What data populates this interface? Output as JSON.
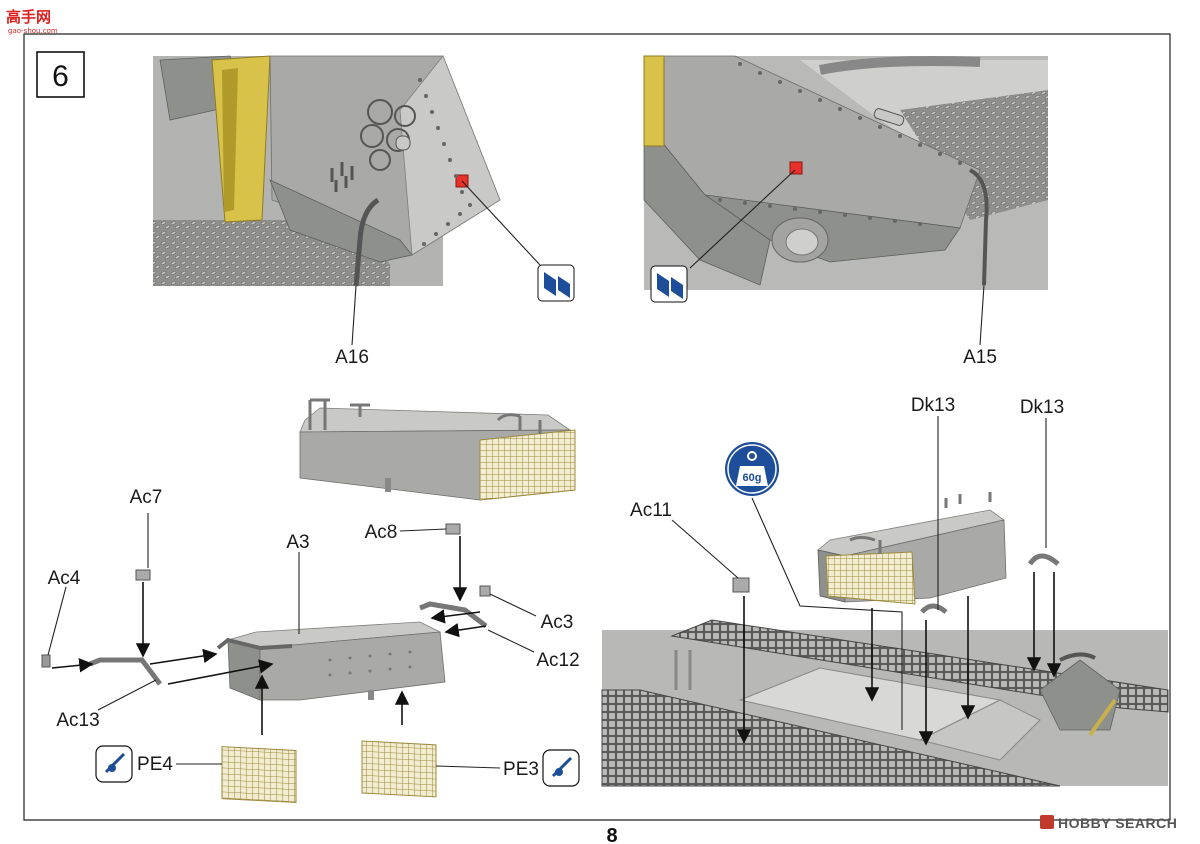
{
  "step": {
    "number": "6"
  },
  "page": {
    "number": "8"
  },
  "logo": {
    "text": "高手网",
    "url_text": "gao-shou.com"
  },
  "watermark": {
    "text": "HOBBY SEARCH"
  },
  "weight_badge": {
    "text": "60g"
  },
  "top_left": {
    "part": "A16"
  },
  "top_right": {
    "part": "A15"
  },
  "left_assembly": {
    "parts": [
      "Ac7",
      "Ac4",
      "A3",
      "Ac8",
      "Ac3",
      "Ac12",
      "Ac13"
    ],
    "pe_left": "PE4",
    "pe_right": "PE3"
  },
  "right_assembly": {
    "parts": [
      "Ac11",
      "Dk13",
      "Dk13"
    ]
  },
  "colors": {
    "paint_red": "#e8312a",
    "symbol_blue": "#1d4e9a",
    "grey_part": "#a9aaa7",
    "mesh_yellow": "#c8b04a"
  }
}
